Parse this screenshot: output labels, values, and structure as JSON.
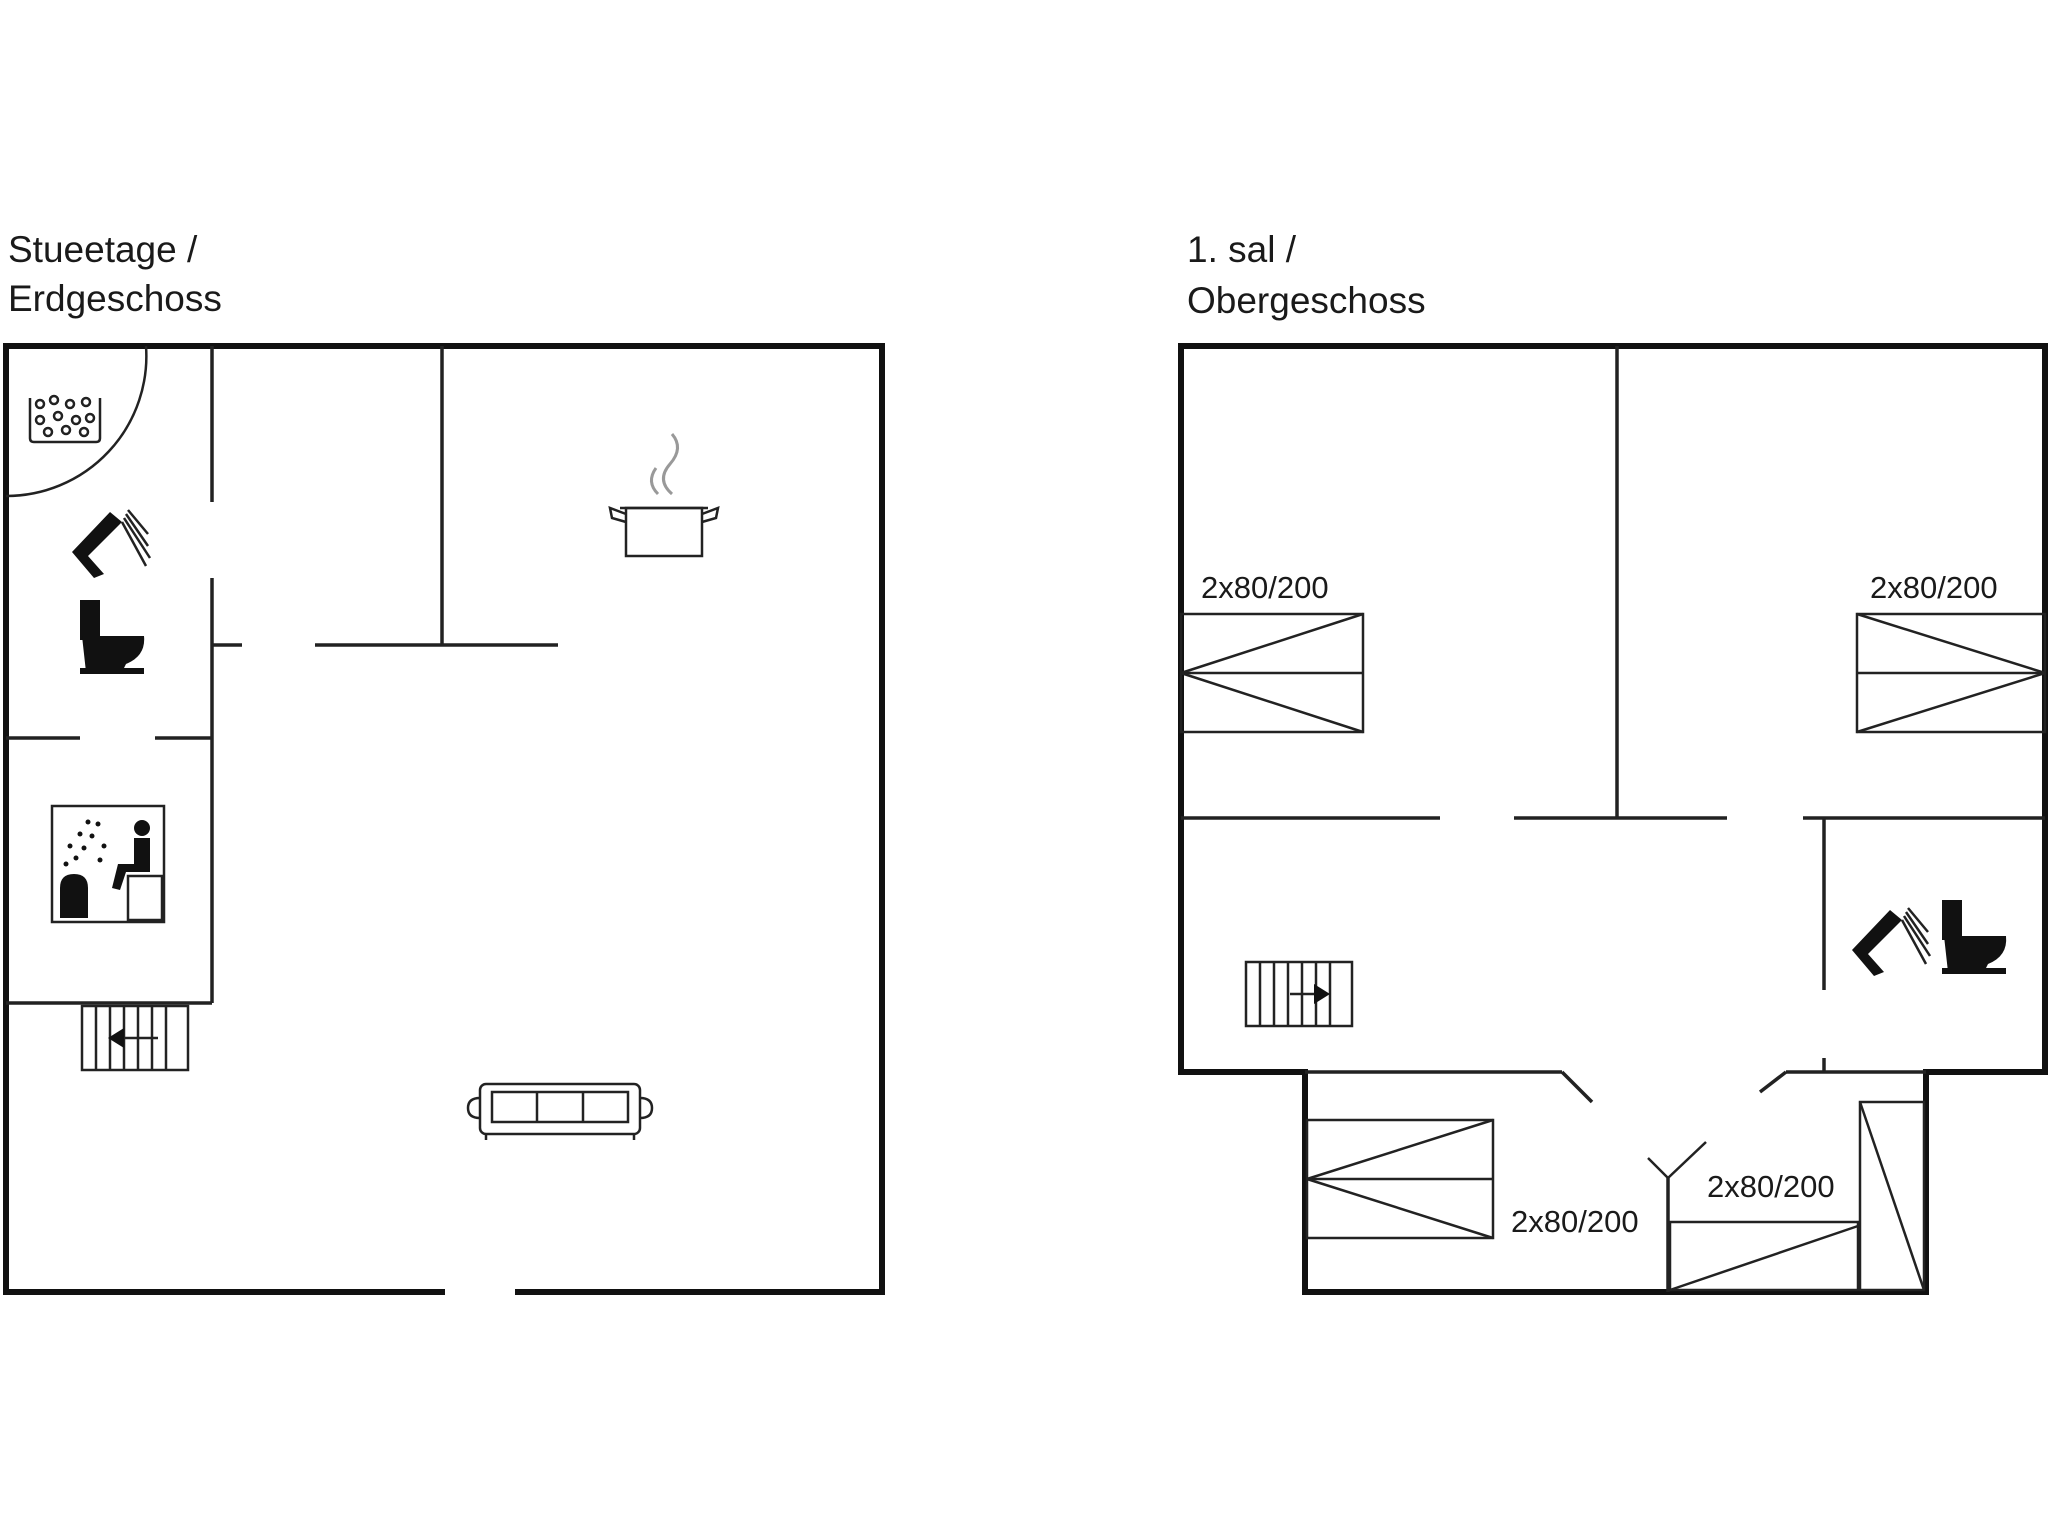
{
  "floors": [
    {
      "title_line1": "Stueetage /",
      "title_line2": "Erdgeschoss",
      "icons": [
        "hot-tub-icon",
        "shower-icon",
        "toilet-icon",
        "sauna-icon",
        "stairs-icon",
        "cooking-pot-icon",
        "sofa-icon"
      ]
    },
    {
      "title_line1": "1. sal /",
      "title_line2": "Obergeschoss",
      "icons": [
        "bed-icon",
        "shower-icon",
        "toilet-icon",
        "stairs-icon"
      ],
      "beds": [
        {
          "label": "2x80/200"
        },
        {
          "label": "2x80/200"
        },
        {
          "label": "2x80/200"
        },
        {
          "label": "2x80/200"
        }
      ]
    }
  ],
  "colors": {
    "wall": "#111111",
    "steam": "#999999",
    "background": "#ffffff"
  }
}
